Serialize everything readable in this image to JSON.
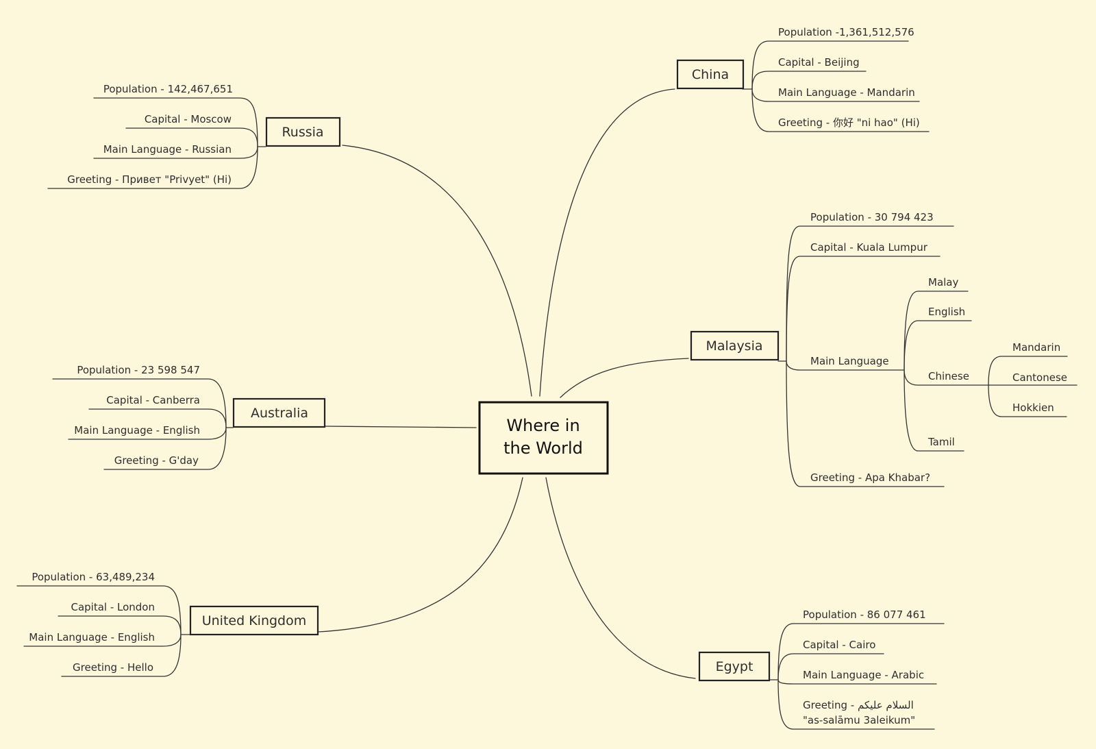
{
  "diagram": {
    "center": {
      "line1": "Where in",
      "line2": "the World"
    },
    "countries": {
      "russia": {
        "name": "Russia",
        "population": "Population - 142,467,651",
        "capital": "Capital - Moscow",
        "language": "Main Language - Russian",
        "greeting": "Greeting - Привет \"Privyet\" (Hi)"
      },
      "australia": {
        "name": "Australia",
        "population": "Population - 23 598 547",
        "capital": "Capital - Canberra",
        "language": "Main Language - English",
        "greeting": "Greeting - G'day"
      },
      "uk": {
        "name": "United Kingdom",
        "population": "Population - 63,489,234",
        "capital": "Capital - London",
        "language": "Main Language - English",
        "greeting": "Greeting - Hello"
      },
      "china": {
        "name": "China",
        "population": "Population -1,361,512,576",
        "capital": "Capital - Beijing",
        "language": "Main Language - Mandarin",
        "greeting": "Greeting - 你好 \"ni hao\" (Hi)"
      },
      "malaysia": {
        "name": "Malaysia",
        "population": "Population - 30 794 423",
        "capital": "Capital - Kuala Lumpur",
        "language": "Main Language",
        "languages": {
          "malay": "Malay",
          "english": "English",
          "chinese": "Chinese",
          "tamil": "Tamil",
          "chinese_dialects": {
            "mandarin": "Mandarin",
            "cantonese": "Cantonese",
            "hokkien": "Hokkien"
          }
        },
        "greeting": "Greeting - Apa Khabar?"
      },
      "egypt": {
        "name": "Egypt",
        "population": "Population - 86 077 461",
        "capital": "Capital - Cairo",
        "language": "Main Language - Arabic",
        "greeting_line1": "Greeting - السلام عليكم",
        "greeting_line2": "\"as-salāmu 3aleikum\""
      }
    }
  }
}
